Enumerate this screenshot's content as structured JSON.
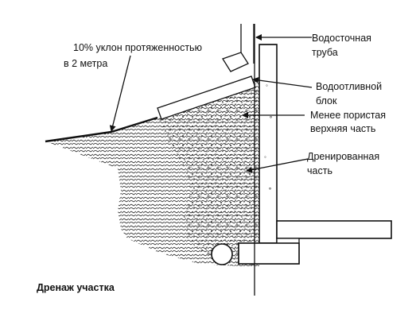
{
  "diagram": {
    "caption": "Дренаж участка",
    "slope_label": {
      "line1": "10% уклон  протяженностью",
      "line2": "в 2 метра"
    },
    "labels": {
      "downspout": {
        "line1": "Водосточная",
        "line2": "труба"
      },
      "splash_block": {
        "line1": "Водоотливной",
        "line2": "блок"
      },
      "less_porous_top": {
        "line1": "Менее пористая",
        "line2": "верхняя часть"
      },
      "drained_part": {
        "line1": "Дренированная",
        "line2": "часть"
      }
    },
    "colors": {
      "ink": "#111111",
      "paper": "#ffffff",
      "soil_hatch": "#2a2a2a",
      "gravel": "#333333"
    }
  }
}
